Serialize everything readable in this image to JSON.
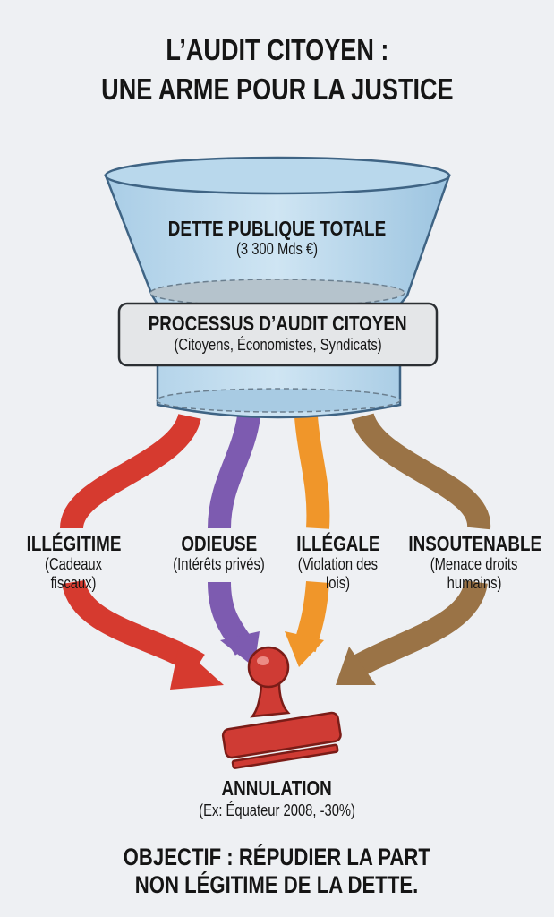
{
  "title": {
    "line1": "L’AUDIT CITOYEN :",
    "line2": "UNE ARME POUR LA JUSTICE"
  },
  "funnel": {
    "top_label": "DETTE PUBLIQUE TOTALE",
    "top_value": "(3 300 Mds €)",
    "process_label": "PROCESSUS D’AUDIT CITOYEN",
    "process_sub": "(Citoyens, Économistes, Syndicats)"
  },
  "categories": [
    {
      "label": "ILLÉGITIME",
      "sub1": "(Cadeaux",
      "sub2": "fiscaux)",
      "color": "#d63a2f"
    },
    {
      "label": "ODIEUSE",
      "sub1": "(Intérêts privés)",
      "sub2": "",
      "color": "#7d5bb0"
    },
    {
      "label": "ILLÉGALE",
      "sub1": "(Violation des",
      "sub2": "lois)",
      "color": "#f0962a"
    },
    {
      "label": "INSOUTENABLE",
      "sub1": "(Menace droits",
      "sub2": "humains)",
      "color": "#9a7346"
    }
  ],
  "result": {
    "label": "ANNULATION",
    "sub": "(Ex: Équateur 2008, -30%)",
    "icon": "stamp-icon"
  },
  "objective": {
    "line1": "OBJECTIF : RÉPUDIER LA PART",
    "line2": "NON LÉGITIME DE LA DETTE."
  }
}
